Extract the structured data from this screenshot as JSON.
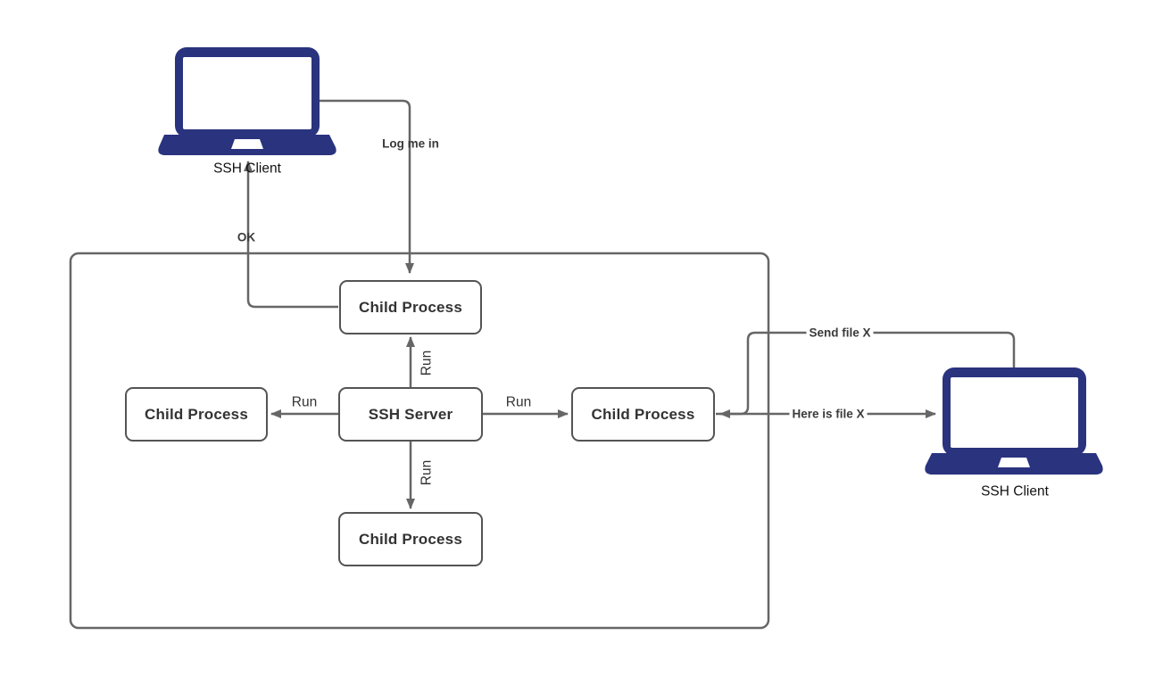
{
  "diagram": {
    "clients": {
      "left": {
        "label": "SSH Client"
      },
      "right": {
        "label": "SSH Client"
      }
    },
    "nodes": {
      "server": {
        "label": "SSH Server"
      },
      "child_top": {
        "label": "Child Process"
      },
      "child_left": {
        "label": "Child Process"
      },
      "child_right": {
        "label": "Child Process"
      },
      "child_bottom": {
        "label": "Child Process"
      }
    },
    "edges": {
      "log_me_in": {
        "label": "Log me in"
      },
      "ok": {
        "label": "OK"
      },
      "run_top": {
        "label": "Run"
      },
      "run_left": {
        "label": "Run"
      },
      "run_right": {
        "label": "Run"
      },
      "run_bottom": {
        "label": "Run"
      },
      "send_file": {
        "label": "Send file X"
      },
      "here_is_file": {
        "label": "Here is file X"
      }
    },
    "colors": {
      "laptop": "#2a337e",
      "line": "#666666",
      "node_border": "#545454",
      "node_text": "#333333"
    }
  }
}
